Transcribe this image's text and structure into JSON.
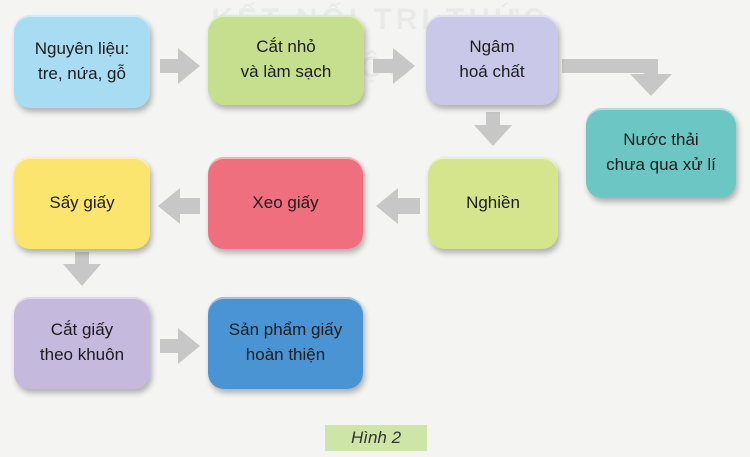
{
  "watermark": {
    "line1": "KẾT NỐI TRI THỨC",
    "line2": "VỚI CUỘC SỐNG"
  },
  "steps": {
    "raw_material": "Nguyên liệu:\ntre, nứa, gỗ",
    "cut_clean": "Cắt nhỏ\nvà làm sạch",
    "soak": "Ngâm\nhoá chất",
    "wastewater": "Nước thải\nchưa qua xử lí",
    "grind": "Nghiền",
    "press": "Xeo giấy",
    "dry": "Sấy giấy",
    "cut_mold": "Cắt giấy\ntheo khuôn",
    "finished": "Sản phẩm giấy\nhoàn thiện"
  },
  "caption": "Hình 2",
  "colors": {
    "raw_material": "#a8dcf2",
    "cut_clean": "#c6df8e",
    "soak": "#c9c8e8",
    "wastewater": "#6cc7c4",
    "grind": "#d5e58e",
    "press": "#ef6f7e",
    "dry": "#fbe56f",
    "cut_mold": "#c5b9dd",
    "finished": "#4a94d4",
    "arrow": "#c7c7c7",
    "caption_bg": "#cde5a6"
  }
}
